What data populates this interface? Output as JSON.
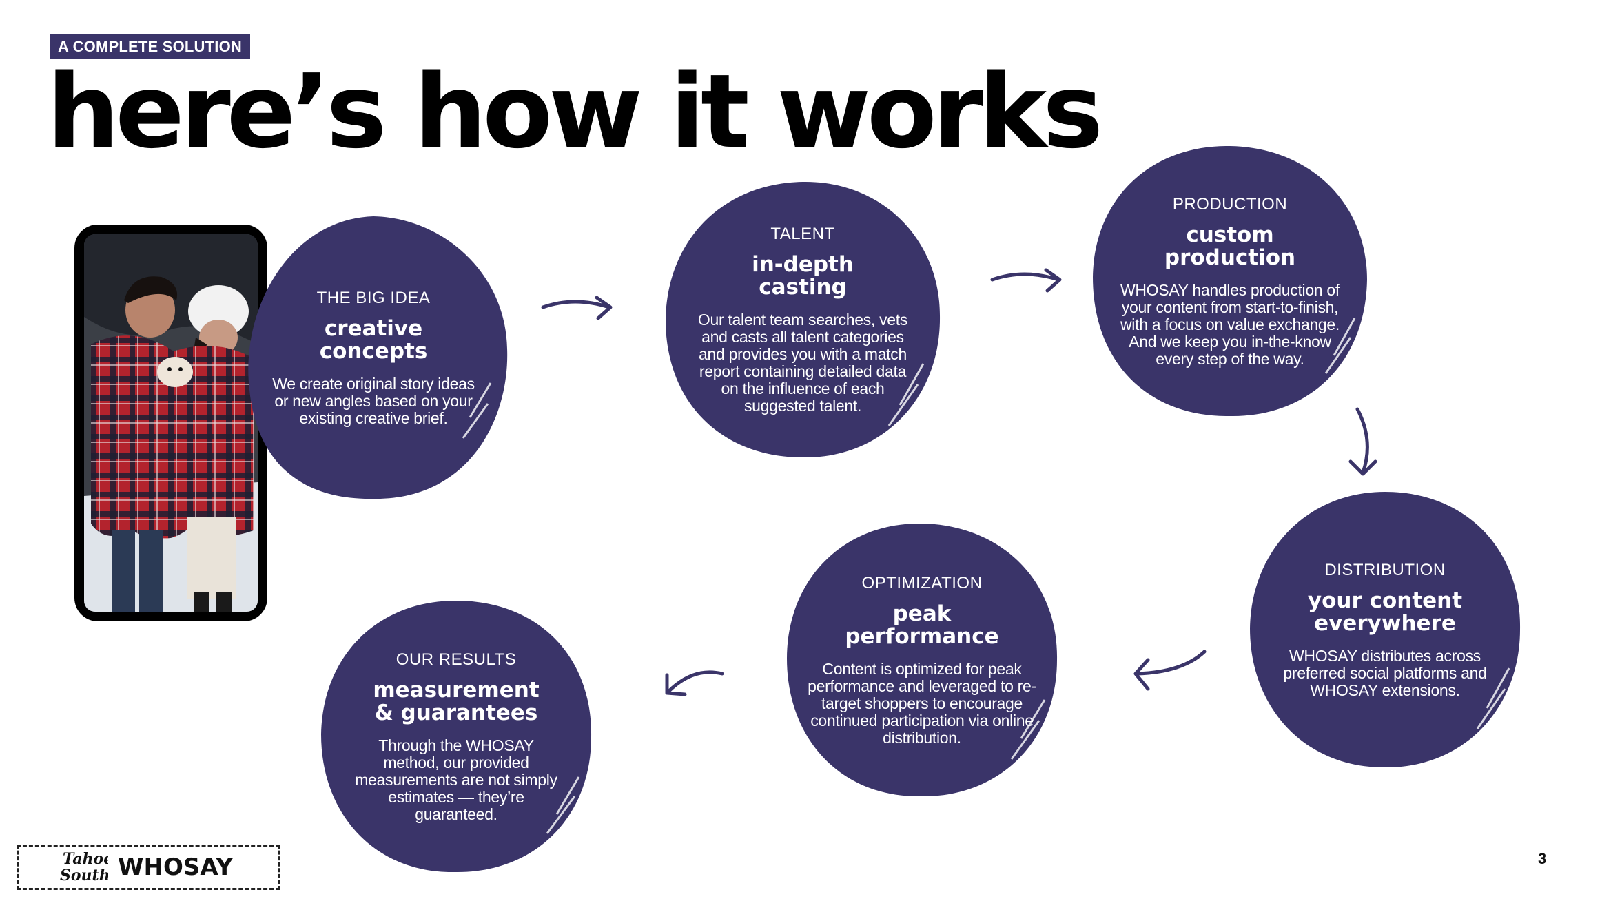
{
  "header": {
    "eyebrow": "A COMPLETE SOLUTION",
    "title": "here’s how it works"
  },
  "colors": {
    "accent": "#3a3469",
    "text": "#000000",
    "background": "#ffffff"
  },
  "steps": [
    {
      "category": "THE BIG IDEA",
      "heading": "creative\nconcepts",
      "description": "We create original story ideas or new angles based on your existing creative brief."
    },
    {
      "category": "TALENT",
      "heading": "in-depth\ncasting",
      "description": "Our talent team searches, vets and casts all talent categories and provides you with a match report containing detailed data on the influence of each suggested talent."
    },
    {
      "category": "PRODUCTION",
      "heading": "custom\nproduction",
      "description": "WHOSAY handles production of your content from start-to-finish, with a focus on value exchange. And we keep you in-the-know every step of the way."
    },
    {
      "category": "DISTRIBUTION",
      "heading": "your content\neverywhere",
      "description": "WHOSAY distributes across preferred social platforms and WHOSAY extensions."
    },
    {
      "category": "OPTIMIZATION",
      "heading": "peak\nperformance",
      "description": "Content is optimized for peak performance and leveraged to re-target shoppers to encourage continued participation via online distribution."
    },
    {
      "category": "OUR RESULTS",
      "heading": "measurement\n& guarantees",
      "description": "Through the WHOSAY method, our provided measurements are not simply estimates — they’re guaranteed."
    }
  ],
  "phone_image": {
    "icon": "couple-in-plaid-blanket-photo"
  },
  "footer": {
    "logo_tahoe": "Tahoe South",
    "logo_whosay": "WHOSAY",
    "page_number": "3"
  }
}
